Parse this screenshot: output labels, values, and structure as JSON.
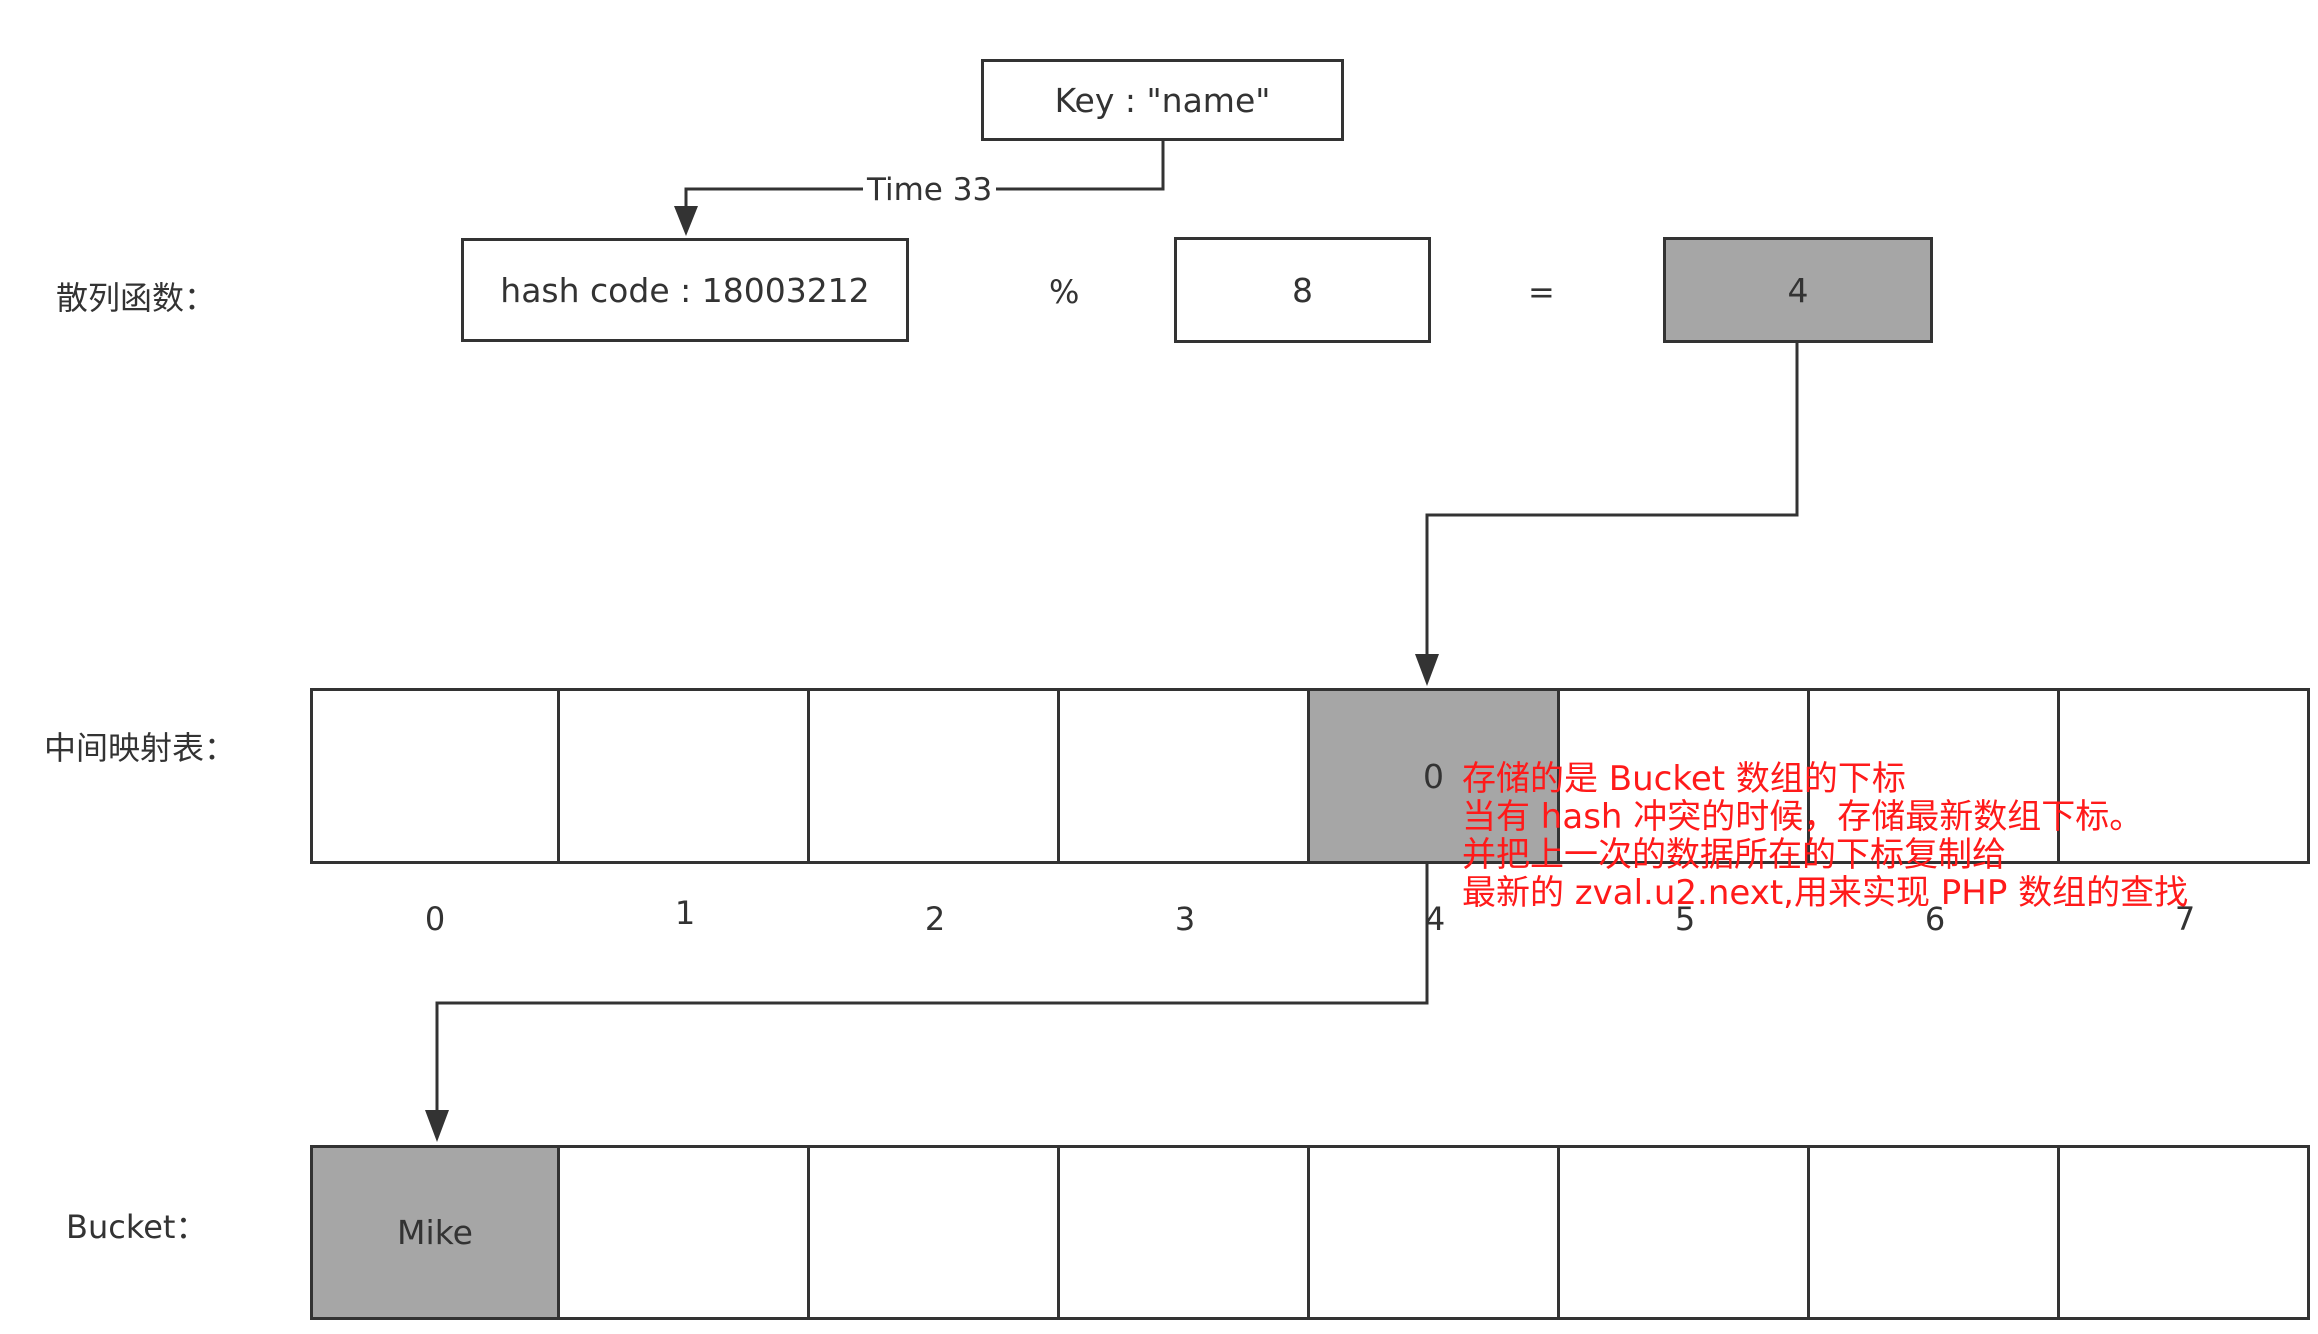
{
  "key_box": "Key : \"name\"",
  "edge_label": "Time 33",
  "hash_label": "散列函数：",
  "hash_code": "hash code : 18003212",
  "mod_op": "%",
  "divisor": "8",
  "equals": "=",
  "result": "4",
  "mapping_label": "中间映射表：",
  "mapping_cells": [
    "",
    "",
    "",
    "",
    "0",
    "",
    "",
    ""
  ],
  "mapping_highlight": 4,
  "indices": [
    "0",
    "1",
    "2",
    "3",
    "4",
    "5",
    "6",
    "7"
  ],
  "bucket_label": "Bucket：",
  "bucket_cells": [
    "Mike",
    "",
    "",
    "",
    "",
    "",
    "",
    ""
  ],
  "bucket_highlight": 0,
  "note_lines": [
    "存储的是 Bucket 数组的下标",
    "当有 hash 冲突的时候，存储最新数组下标。",
    "并把上一次的数据所在的下标复制给",
    "最新的 zval.u2.next,用来实现 PHP 数组的查找"
  ],
  "colors": {
    "stroke": "#333333",
    "shaded": "#a6a6a6",
    "note": "#ff1a1a"
  }
}
